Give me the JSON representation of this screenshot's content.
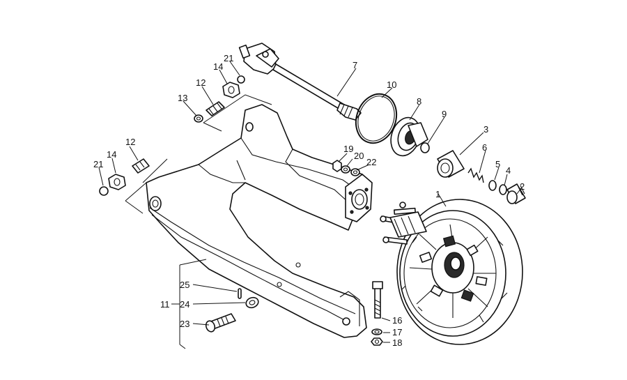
{
  "callouts": [
    {
      "id": "c1",
      "text": "1"
    },
    {
      "id": "c2",
      "text": "2"
    },
    {
      "id": "c3",
      "text": "3"
    },
    {
      "id": "c4",
      "text": "4"
    },
    {
      "id": "c5",
      "text": "5"
    },
    {
      "id": "c6",
      "text": "6"
    },
    {
      "id": "c7",
      "text": "7"
    },
    {
      "id": "c8",
      "text": "8"
    },
    {
      "id": "c9",
      "text": "9"
    },
    {
      "id": "c10",
      "text": "10"
    },
    {
      "id": "c11",
      "text": "11"
    },
    {
      "id": "c12a",
      "text": "12"
    },
    {
      "id": "c12b",
      "text": "12"
    },
    {
      "id": "c13",
      "text": "13"
    },
    {
      "id": "c14a",
      "text": "14"
    },
    {
      "id": "c14b",
      "text": "14"
    },
    {
      "id": "c16",
      "text": "16"
    },
    {
      "id": "c17",
      "text": "17"
    },
    {
      "id": "c18",
      "text": "18"
    },
    {
      "id": "c19",
      "text": "19"
    },
    {
      "id": "c20",
      "text": "20"
    },
    {
      "id": "c21a",
      "text": "21"
    },
    {
      "id": "c21b",
      "text": "21"
    },
    {
      "id": "c22",
      "text": "22"
    },
    {
      "id": "c23",
      "text": "23"
    },
    {
      "id": "c24",
      "text": "24"
    },
    {
      "id": "c25",
      "text": "25"
    }
  ]
}
